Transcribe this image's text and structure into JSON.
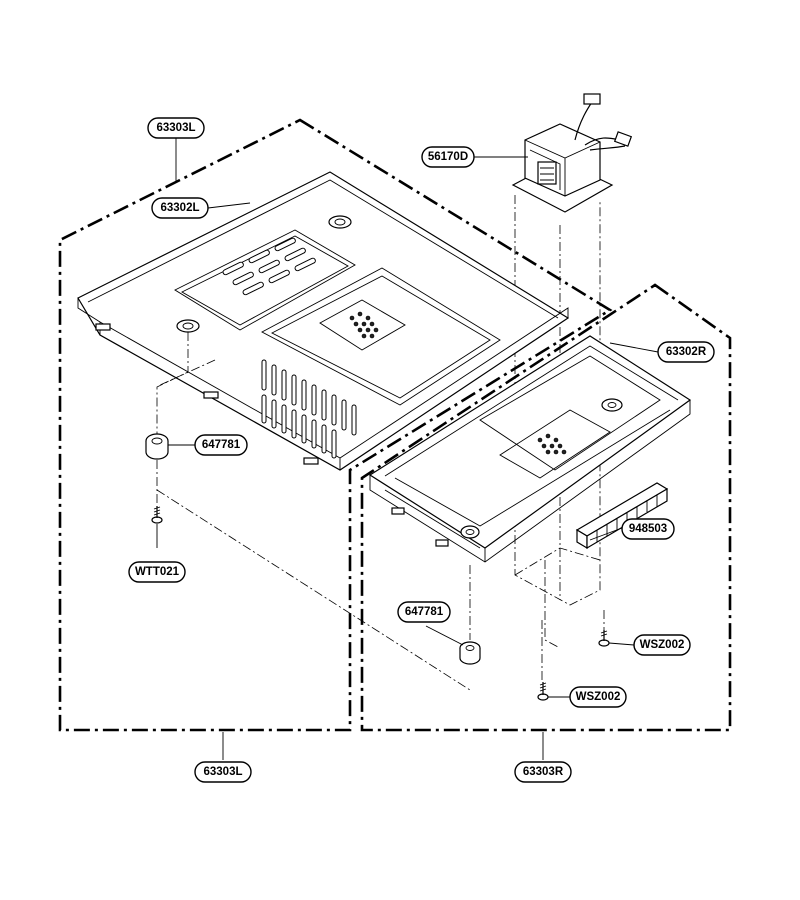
{
  "callouts": {
    "base_assy_left_top": "63303L",
    "base_plate_left": "63302L",
    "transformer": "56170D",
    "base_plate_right": "63302R",
    "foot_left": "647781",
    "screw_left": "WTT021",
    "insulator": "948503",
    "foot_right": "647781",
    "screw_right_upper": "WSZ002",
    "screw_right_lower": "WSZ002",
    "base_assy_left_bottom": "63303L",
    "base_assy_right_bottom": "63303R"
  },
  "colors": {
    "line": "#000000",
    "background": "#ffffff"
  }
}
